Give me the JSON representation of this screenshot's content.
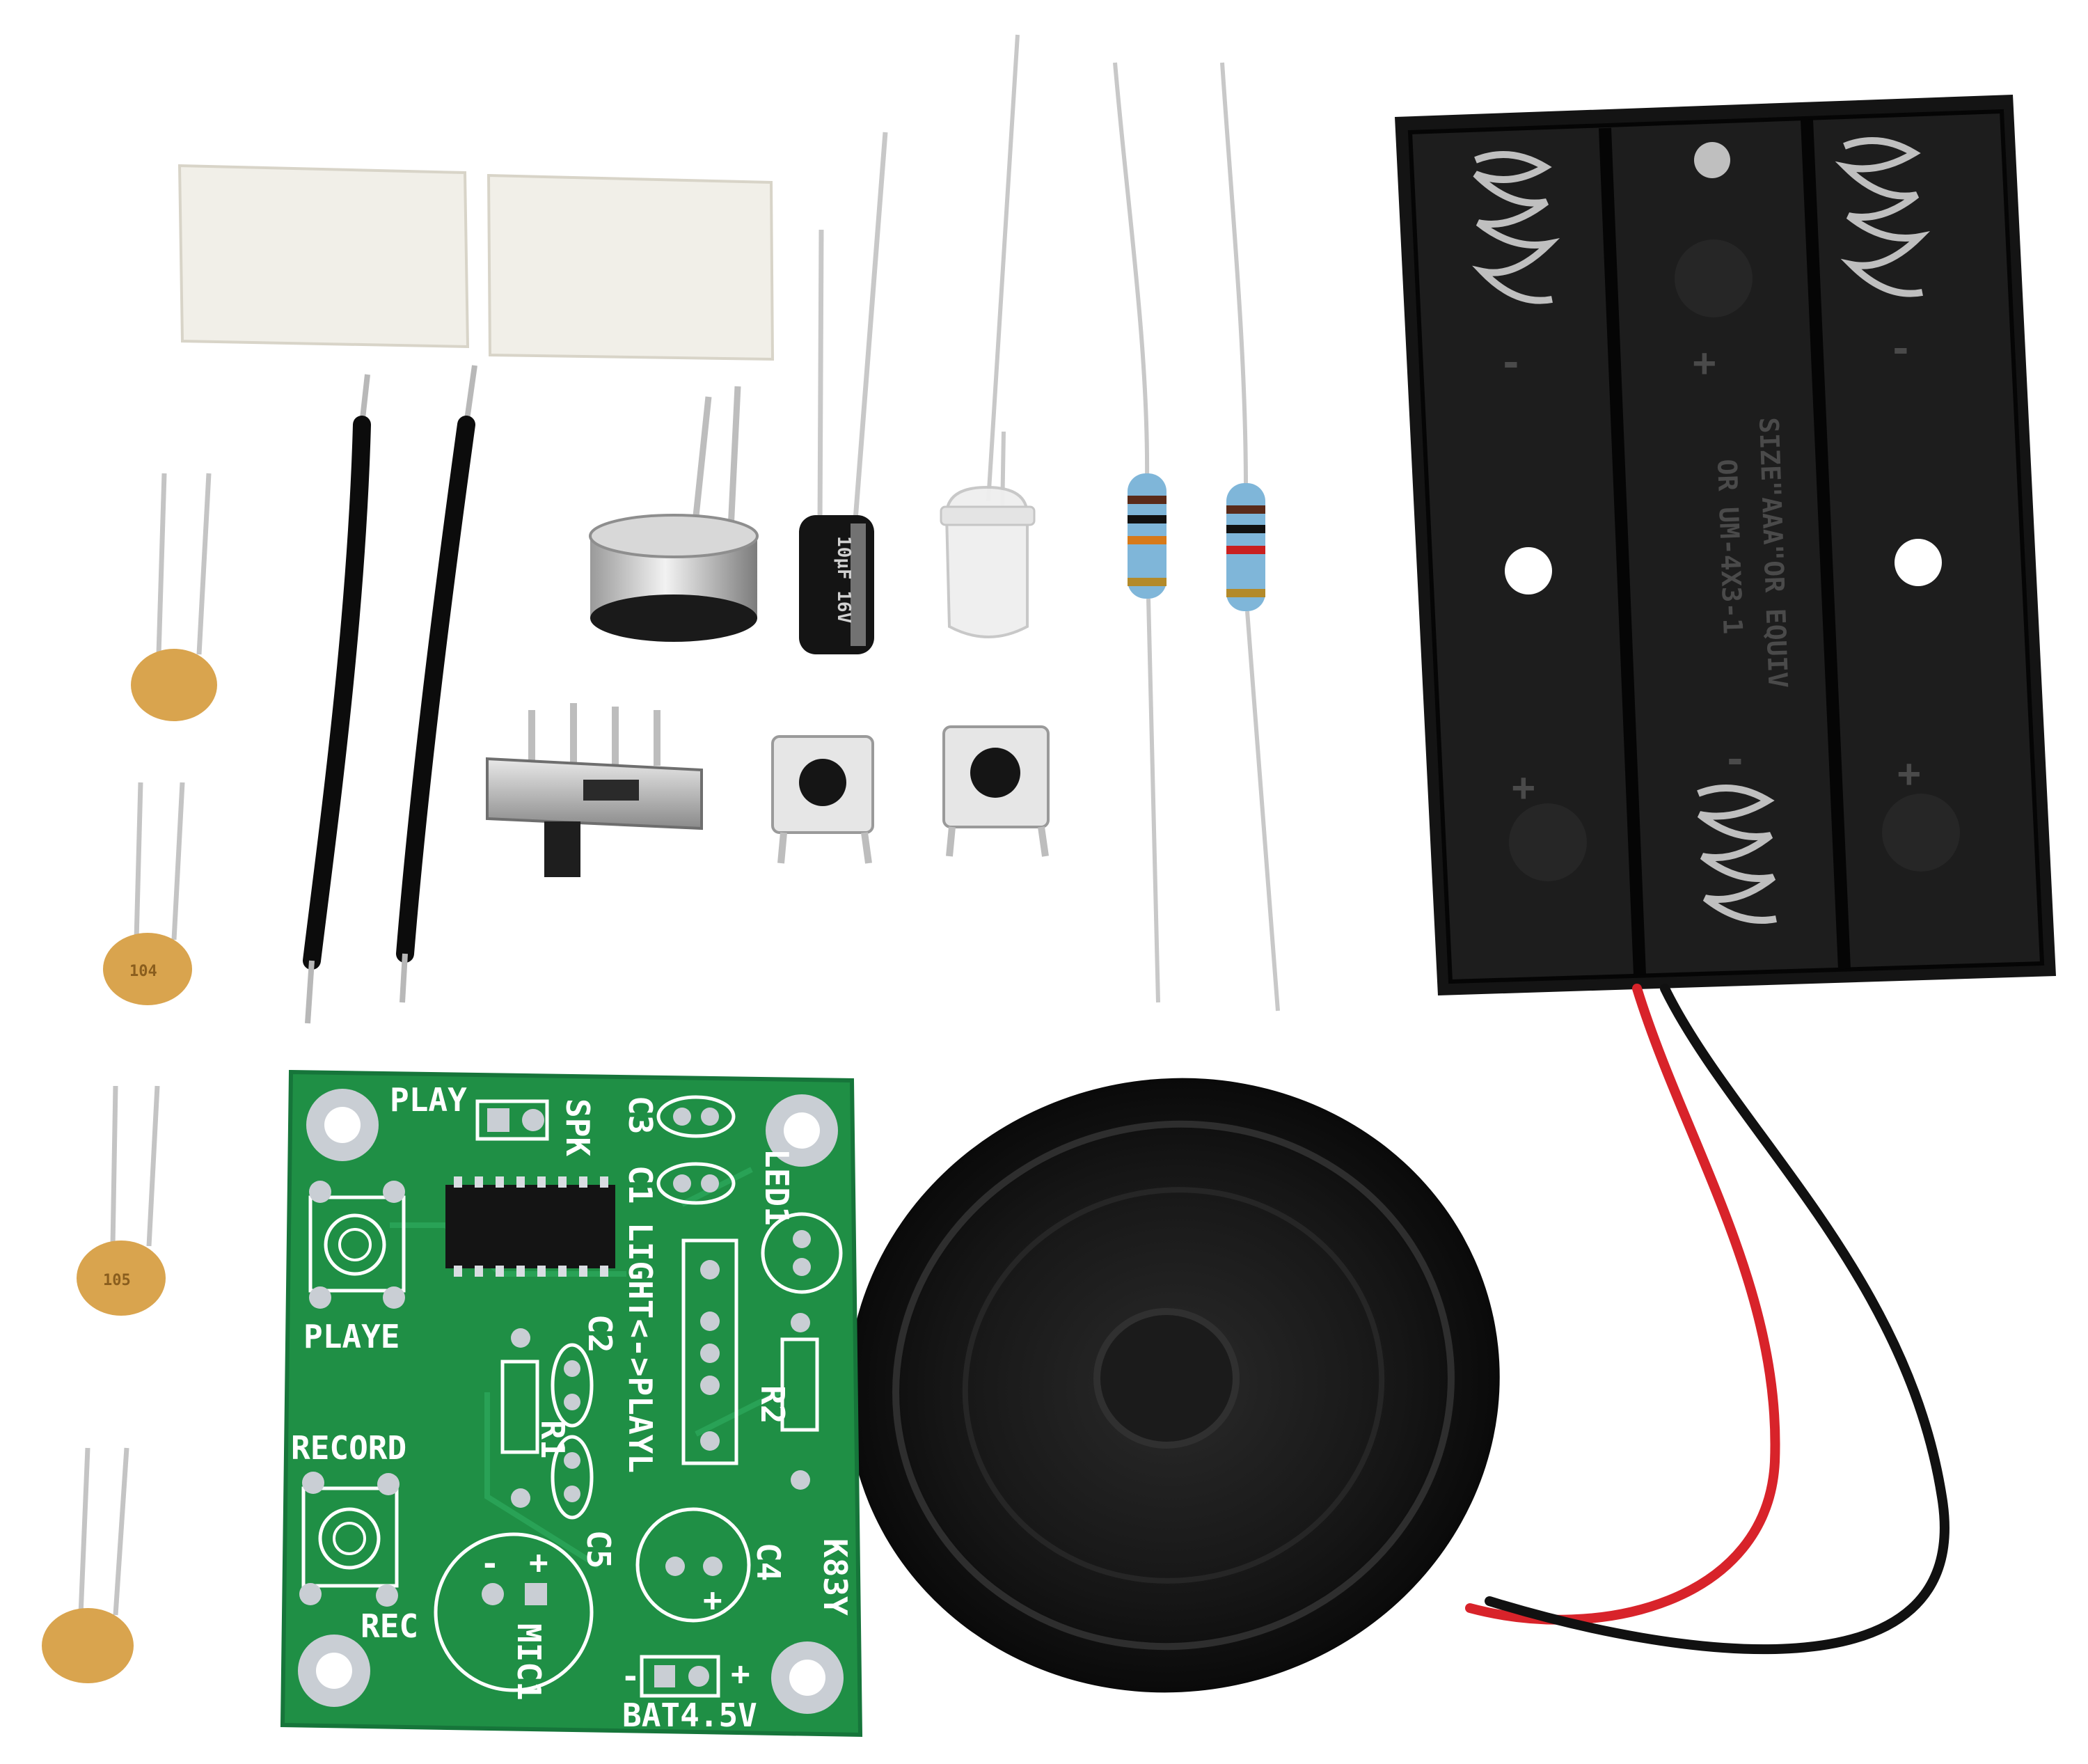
{
  "colors": {
    "background": "#ffffff",
    "pcb": "#1f8f45",
    "pcb_dark": "#16753a",
    "pad": "#c9ced4",
    "silkscreen": "#ffffff",
    "capacitor": "#d9a44e",
    "holder": "#141414",
    "wire_red": "#d8232a",
    "wire_black": "#111111",
    "resistor": "#7fb6d9"
  },
  "pcb": {
    "labels": {
      "play": "PLAY",
      "spk": "SPK",
      "c3": "C3",
      "c1": "C1",
      "led1": "LED1",
      "light_playl": "LIGHT<->PLAYL",
      "c2": "C2",
      "r1": "R1",
      "r2": "R2",
      "playe": "PLAYE",
      "record": "RECORD",
      "rec": "REC",
      "c5": "C5",
      "c4": "C4",
      "mic1": "MIC1",
      "bat": "BAT4.5V",
      "kit_code": "K83Y",
      "minus": "-",
      "plus": "+"
    }
  },
  "battery_holder": {
    "text_line1": "SIZE\"AAA\"OR EQUIV",
    "text_line2": "OR UM-4X3-1",
    "plus": "+",
    "minus": "-"
  },
  "capacitors": {
    "marking_1": "104",
    "marking_2": "105"
  },
  "electrolytic": {
    "marking": "10μF 16V"
  }
}
